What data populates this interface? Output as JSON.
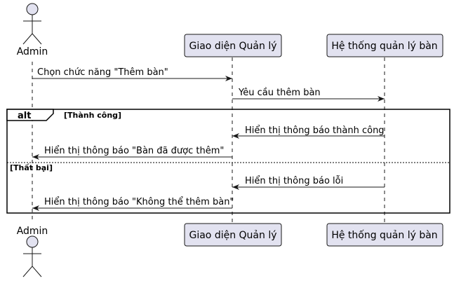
{
  "participants": {
    "admin": "Admin",
    "ui": "Giao diện Quản lý",
    "system": "Hệ thống quản lý bàn"
  },
  "messages": {
    "m1": "Chọn chức năng \"Thêm bàn\"",
    "m2": "Yêu cầu thêm bàn",
    "m3": "Hiển thị thông báo thành công",
    "m4": "Hiển thị thông báo \"Bàn đã được thêm\"",
    "m5": "Hiển thị thông báo lỗi",
    "m6": "Hiển thị thông báo \"Không thể thêm bàn\""
  },
  "fragment": {
    "keyword": "alt",
    "guard1": "[Thành công]",
    "guard2": "[Thất bại]"
  },
  "colors": {
    "participant_fill": "#e2e2f0",
    "participant_border": "#181818",
    "lifeline": "#181818"
  }
}
